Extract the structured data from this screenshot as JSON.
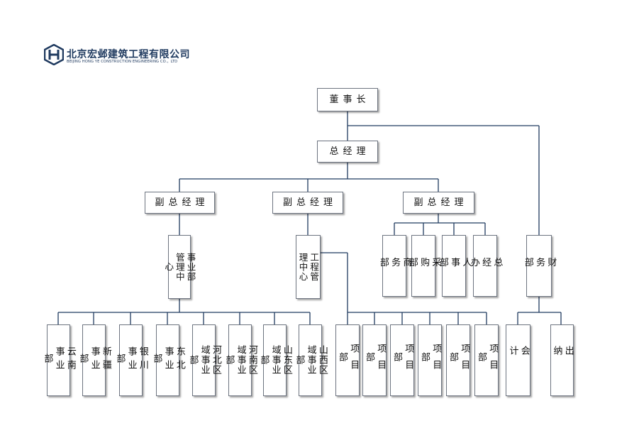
{
  "company": {
    "name_cn": "北京宏邺建筑工程有限公司",
    "name_en": "BEIJING HONG YE CONSTRUCTION ENGINEERING CO.，LTD"
  },
  "org": {
    "chairman": "董事长",
    "gm": "总经理",
    "vp1": "副总经理",
    "vp2": "副总经理",
    "vp3": "副总经理",
    "finance": "财务部",
    "business_center": "事业部管理中心",
    "engineering_center": "工程管理中心",
    "vp3_depts": [
      "商务部",
      "采购部",
      "人事部",
      "总经办"
    ],
    "divisions": [
      "云南事业部",
      "新疆事业部",
      "银川事业部",
      "东北事业部",
      "河北区域事业部",
      "河南区域事业部",
      "山东区域事业部",
      "山西区域事业部"
    ],
    "projects": [
      "项目部",
      "项目部",
      "项目部",
      "项目部",
      "项目部",
      "项目部"
    ],
    "finance_units": [
      "会计",
      "出纳"
    ]
  },
  "colors": {
    "line": "#1f3a5f",
    "brand": "#1f3a5f"
  }
}
